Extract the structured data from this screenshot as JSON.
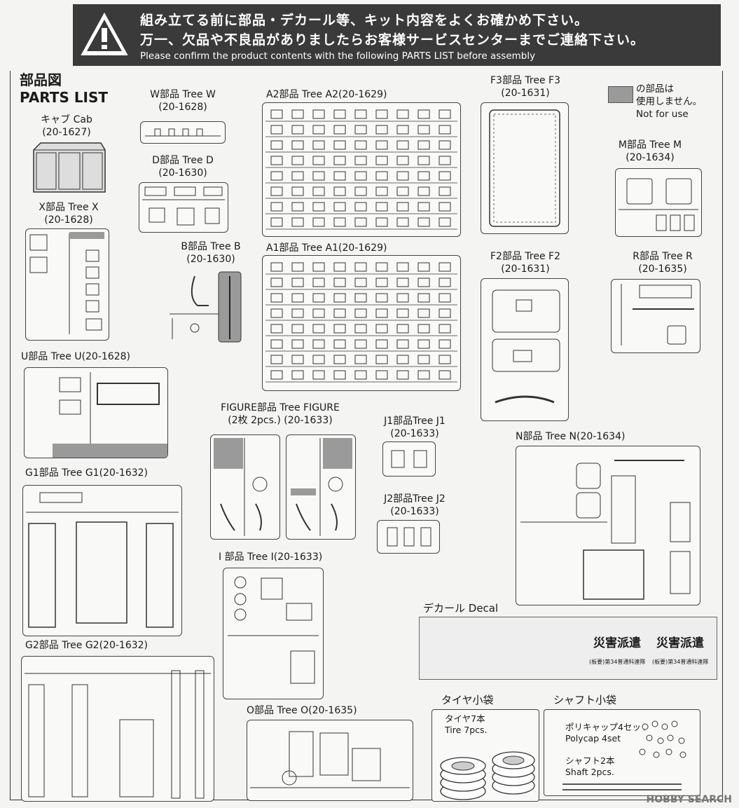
{
  "banner": {
    "line1": "組み立てる前に部品・デカール等、キット内容をよくお確かめ下さい。",
    "line2": "万一、欠品や不良品がありましたらお客様サービスセンターまでご連絡下さい。",
    "line3": "Please confirm the product contents with the following PARTS LIST before assembly"
  },
  "heading": {
    "jp": "部品図",
    "en": "PARTS LIST"
  },
  "legend": {
    "line1": "の部品は",
    "line2": "使用しません。",
    "line3": "Not for use"
  },
  "trees": {
    "cab": {
      "name": "キャブ Cab",
      "code": "(20-1627)"
    },
    "x": {
      "name": "X部品 Tree X",
      "code": "(20-1628)"
    },
    "w": {
      "name": "W部品 Tree W",
      "code": "(20-1628)"
    },
    "d": {
      "name": "D部品 Tree D",
      "code": "(20-1630)"
    },
    "b": {
      "name": "B部品 Tree B",
      "code": "(20-1630)"
    },
    "a2": {
      "name": "A2部品 Tree A2(20-1629)"
    },
    "a1": {
      "name": "A1部品 Tree A1(20-1629)"
    },
    "f3": {
      "name": "F3部品 Tree F3",
      "code": "(20-1631)"
    },
    "f2": {
      "name": "F2部品 Tree F2",
      "code": "(20-1631)"
    },
    "m": {
      "name": "M部品 Tree M",
      "code": "(20-1634)"
    },
    "r": {
      "name": "R部品 Tree R",
      "code": "(20-1635)"
    },
    "u": {
      "name": "U部品 Tree U(20-1628)"
    },
    "figure": {
      "name": "FIGURE部品 Tree FIGURE",
      "code": "(2枚 2pcs.) (20-1633)"
    },
    "j1": {
      "name": "J1部品Tree J1",
      "code": "(20-1633)"
    },
    "j2": {
      "name": "J2部品Tree J2",
      "code": "(20-1633)"
    },
    "n": {
      "name": "N部品 Tree N(20-1634)"
    },
    "g1": {
      "name": "G1部品 Tree G1(20-1632)"
    },
    "i": {
      "name": "I 部品 Tree I(20-1633)"
    },
    "g2": {
      "name": "G2部品 Tree G2(20-1632)"
    },
    "o": {
      "name": "O部品 Tree O(20-1635)"
    }
  },
  "decal": {
    "label": "デカール Decal",
    "text1": "災害派遣",
    "text2": "災害派遣",
    "sub1": "(板要)第34普通科連隊",
    "sub2": "(板要)第34普通科連隊"
  },
  "tire_bag": {
    "title": "タイヤ小袋",
    "jp": "タイヤ7本",
    "en": "Tire 7pcs."
  },
  "shaft_bag": {
    "title": "シャフト小袋",
    "polycap_jp": "ポリキャップ4セット",
    "polycap_en": "Polycap 4set",
    "shaft_jp": "シャフト2本",
    "shaft_en": "Shaft 2pcs."
  },
  "watermark": "HOBBY SEARCH"
}
